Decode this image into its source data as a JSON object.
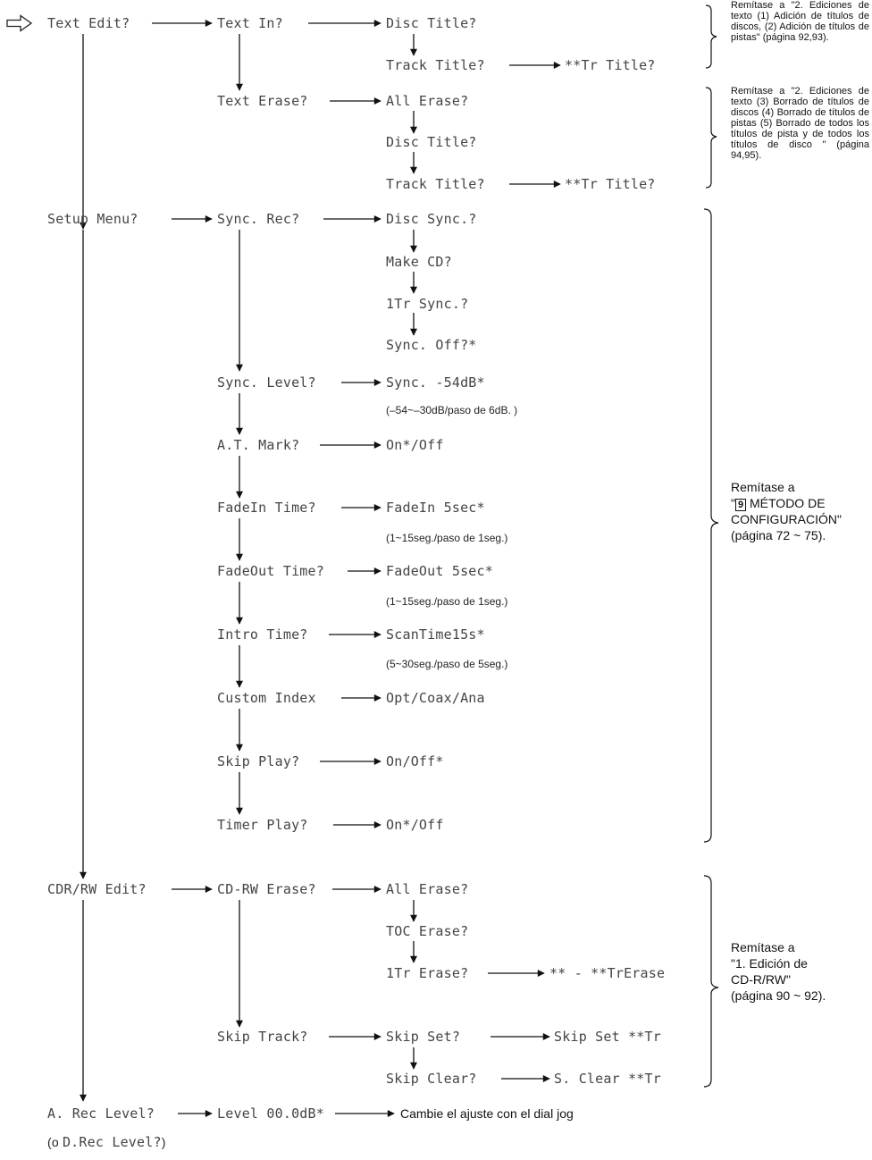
{
  "menu": {
    "text_edit": "Text Edit?",
    "text_in": "Text In?",
    "ti_disc_title": "Disc Title?",
    "ti_track_title": "Track Title?",
    "ti_tr_title": "**Tr Title?",
    "text_erase": "Text Erase?",
    "te_all_erase": "All Erase?",
    "te_disc_title": "Disc Title?",
    "te_track_title": "Track Title?",
    "te_tr_title": "**Tr Title?",
    "setup_menu": "Setup Menu?",
    "sync_rec": "Sync. Rec?",
    "disc_sync": "Disc Sync.?",
    "make_cd": "Make CD?",
    "one_tr_sync": "1Tr Sync.?",
    "sync_off": "Sync. Off?*",
    "sync_level": "Sync. Level?",
    "sync_level_val": "Sync. -54dB*",
    "sync_level_range": "(–54~–30dB/paso de 6dB. )",
    "at_mark": "A.T. Mark?",
    "at_mark_val": "On*/Off",
    "fadein_time": "FadeIn Time?",
    "fadein_val": "FadeIn 5sec*",
    "fadein_range": "(1~15seg./paso de 1seg.)",
    "fadeout_time": "FadeOut Time?",
    "fadeout_val": "FadeOut 5sec*",
    "fadeout_range": "(1~15seg./paso de 1seg.)",
    "intro_time": "Intro Time?",
    "intro_val": "ScanTime15s*",
    "intro_range": "(5~30seg./paso de 5seg.)",
    "custom_index": "Custom Index",
    "custom_index_val": "Opt/Coax/Ana",
    "skip_play": "Skip Play?",
    "skip_play_val": "On/Off*",
    "timer_play": "Timer Play?",
    "timer_play_val": "On*/Off",
    "cdr_rw_edit": "CDR/RW Edit?",
    "cd_rw_erase": "CD-RW Erase?",
    "rw_all_erase": "All Erase?",
    "toc_erase": "TOC Erase?",
    "one_tr_erase": "1Tr Erase?",
    "one_tr_erase_val": "** - **TrErase",
    "skip_track": "Skip Track?",
    "skip_set": "Skip Set?",
    "skip_set_val": "Skip Set **Tr",
    "skip_clear": "Skip Clear?",
    "skip_clear_val": "S. Clear **Tr",
    "a_rec_level": "A. Rec Level?",
    "level_val": "Level 00.0dB*",
    "jog_note": "Cambie el ajuste con el dial jog",
    "d_rec_prefix": "(o ",
    "d_rec_level": "D.Rec Level?",
    "d_rec_suffix": ")"
  },
  "notes": {
    "text_in": "Remítase a \"2. Ediciones de texto (1) Adición de títulos de discos, (2) Adición de títulos de pistas\" (página 92,93).",
    "text_erase": "Remítase a \"2. Ediciones de texto (3) Borrado de títulos de discos (4) Borrado de títulos de pistas (5) Borrado de todos los títulos de pista y de todos los títulos de disco \" (página 94,95).",
    "setup_line1": "Remítase a",
    "setup_quote_open": "\"",
    "setup_num": "9",
    "setup_line2": " MÉTODO DE",
    "setup_line3": "CONFIGURACIÓN\"",
    "setup_line4": "(página 72 ~ 75).",
    "cdrw": "Remítase a\n\"1. Edición  de\nCD-R/RW\"\n(página 90 ~ 92)."
  },
  "icons": {
    "start_arrow": "hollow-right-arrow-icon"
  }
}
